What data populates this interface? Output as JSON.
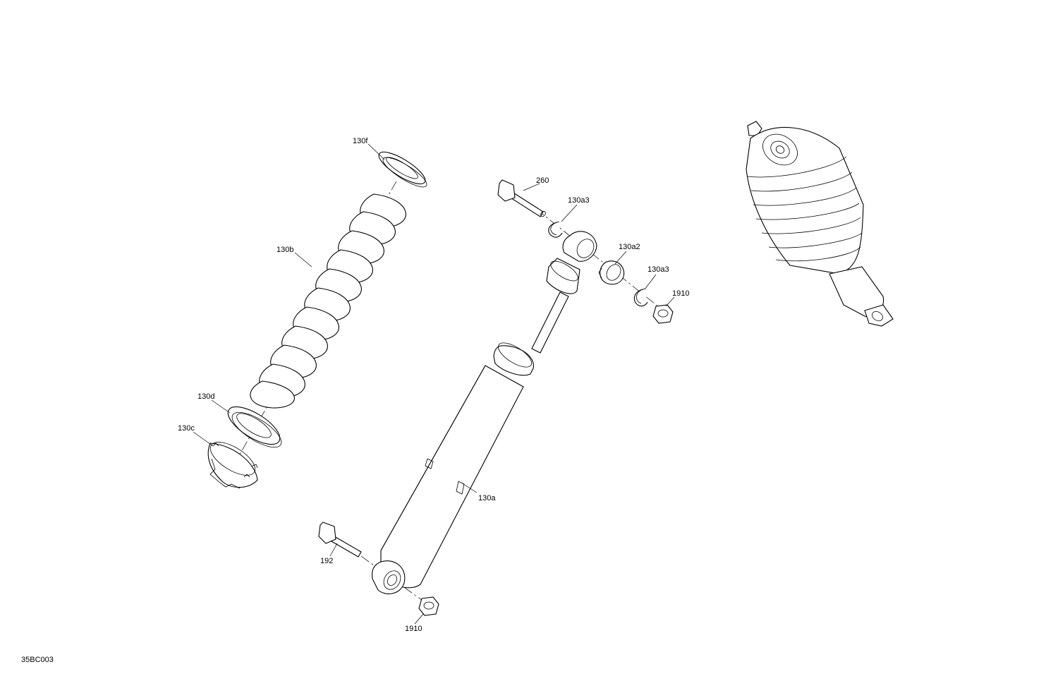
{
  "diagram": {
    "drawing_code": "35BC003",
    "callouts": {
      "spring_seat_upper": "130f",
      "spring": "130b",
      "spring_seat_lower": "130d",
      "adjuster_collar": "130c",
      "bolt_upper": "260",
      "retaining_ring_upper": "130a3",
      "bushing": "130a2",
      "retaining_ring_right": "130a3",
      "nut_upper": "1910",
      "damper": "130a",
      "bolt_lower": "192",
      "nut_lower": "1910"
    }
  }
}
